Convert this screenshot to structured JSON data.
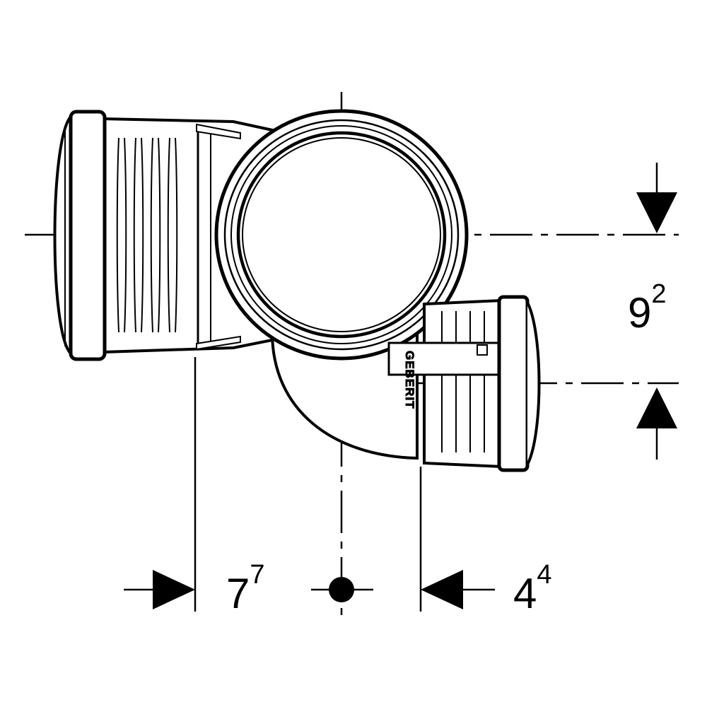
{
  "drawing": {
    "brand_label": "GEBERIT",
    "dimensions": {
      "vertical": {
        "main": "9",
        "sup": "2"
      },
      "left": {
        "main": "7",
        "sup": "7"
      },
      "right": {
        "main": "4",
        "sup": "4"
      }
    }
  }
}
